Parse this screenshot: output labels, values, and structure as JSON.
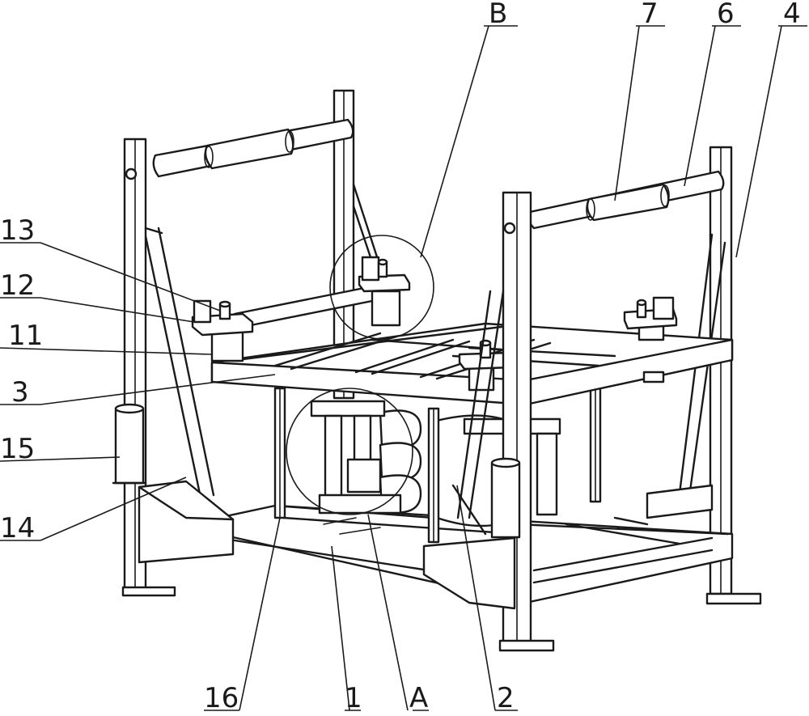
{
  "labels": {
    "l_B": "B",
    "l_7": "7",
    "l_6": "6",
    "l_4": "4",
    "l_13": "13",
    "l_12": "12",
    "l_11": "11",
    "l_3": "3",
    "l_15": "15",
    "l_14": "14",
    "l_16": "16",
    "l_1": "1",
    "l_A": "A",
    "l_2": "2"
  }
}
